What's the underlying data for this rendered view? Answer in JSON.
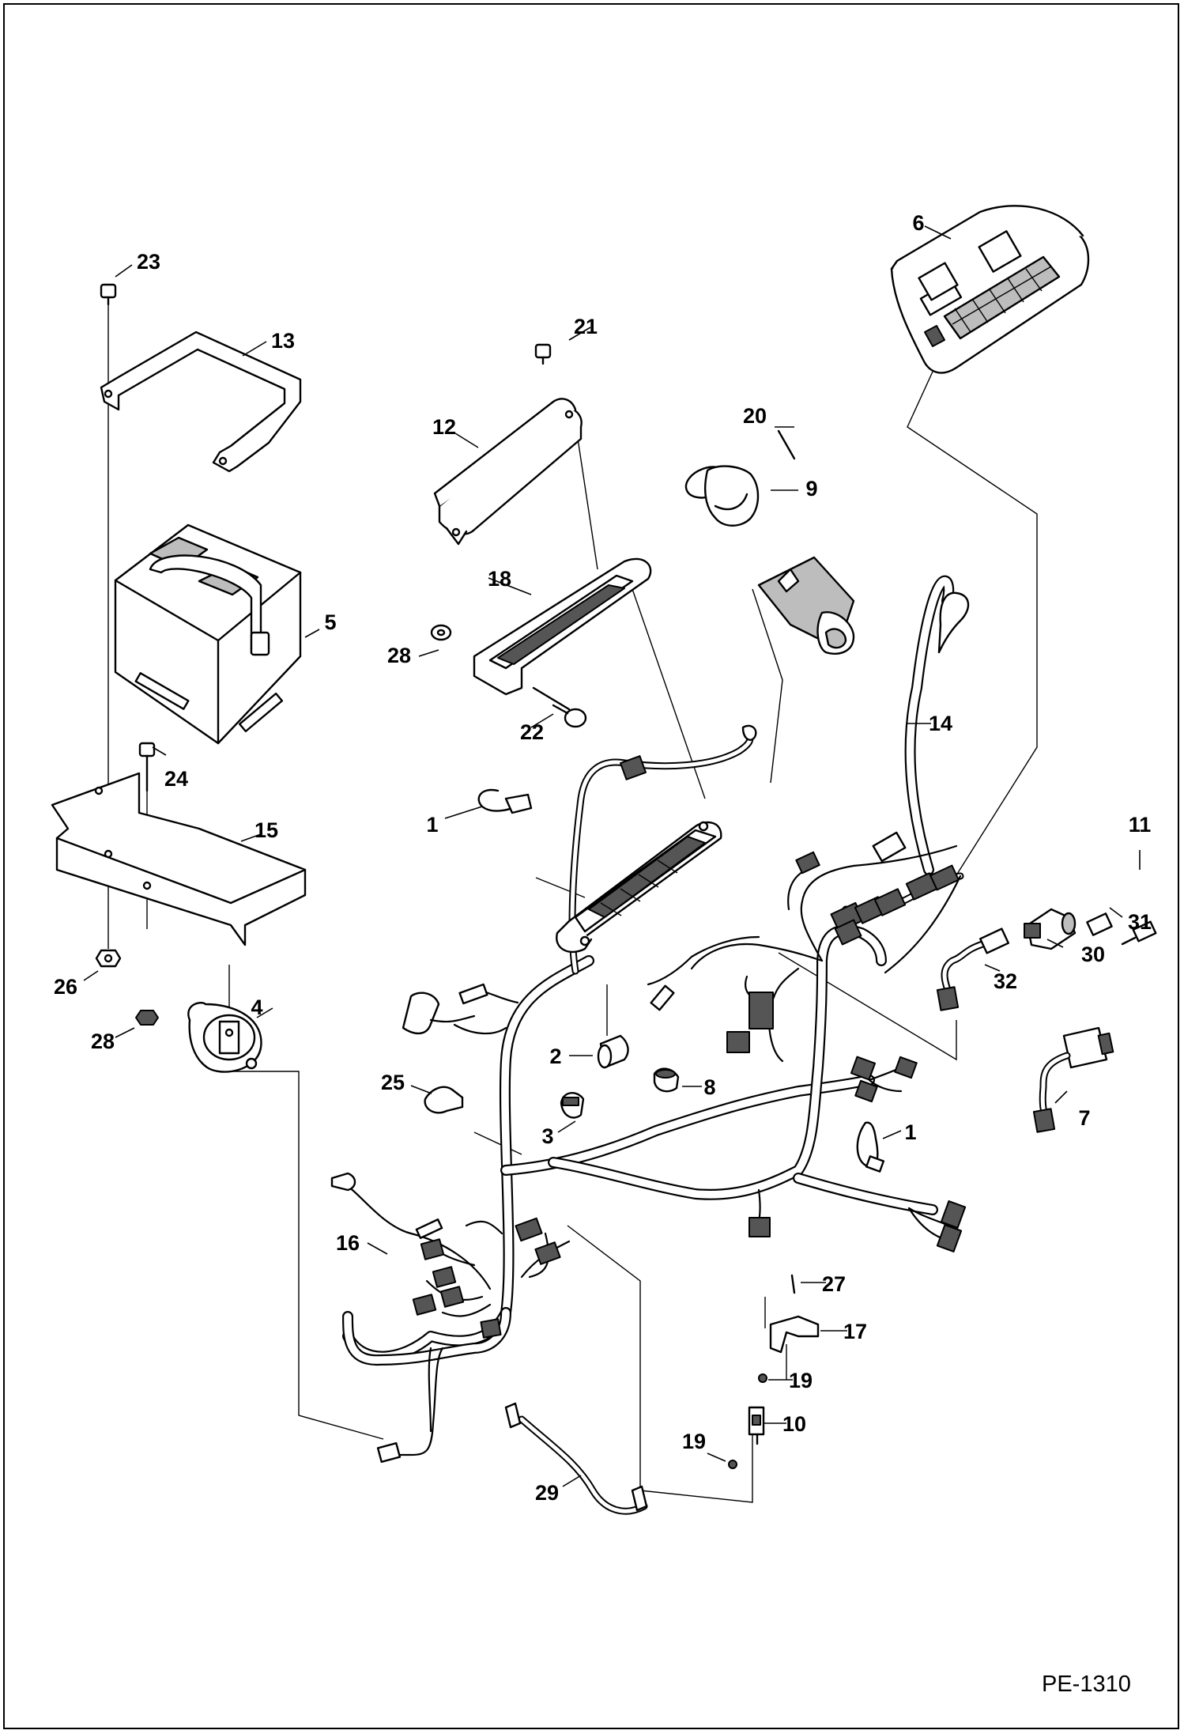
{
  "diagram": {
    "drawing_code": "PE-1310",
    "callouts": [
      "1",
      "2",
      "3",
      "4",
      "5",
      "6",
      "7",
      "8",
      "9",
      "10",
      "11",
      "12",
      "13",
      "14",
      "15",
      "16",
      "17",
      "18",
      "19",
      "20",
      "21",
      "22",
      "23",
      "24",
      "25",
      "26",
      "27",
      "28",
      "29",
      "30",
      "31",
      "32"
    ]
  }
}
